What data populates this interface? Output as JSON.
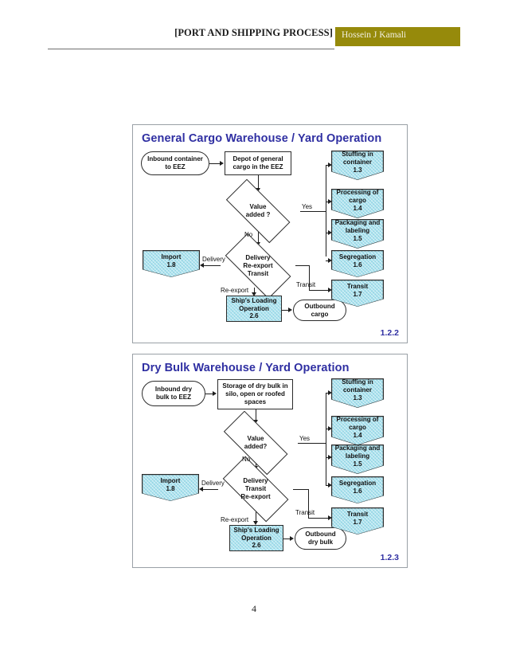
{
  "header": {
    "document_title": "[PORT AND SHIPPING PROCESS]",
    "author": "Hossein J Kamali",
    "band_color": "#968a0b"
  },
  "footer": {
    "page_number": "4"
  },
  "theme": {
    "title_color": "#2f2fa2",
    "node_fill_cyan": "#a9e2ef",
    "node_fill_white": "#ffffff",
    "stroke": "#2b2b2b"
  },
  "figures": [
    {
      "id": "figure-1",
      "title": "General Cargo Warehouse / Yard Operation",
      "reference": "1.2.2",
      "nodes": {
        "inbound": {
          "line1": "Inbound container",
          "line2": "to EEZ"
        },
        "depot": {
          "line1": "Depot of general",
          "line2": "cargo in the EEZ"
        },
        "decision_value": {
          "line1": "Value",
          "line2": "added ?"
        },
        "decision_delivery": {
          "line1": "Delivery",
          "line2": "Re-export",
          "line3": "Transit"
        },
        "import": {
          "line1": "Import",
          "line2": "1.8"
        },
        "ships_loading": {
          "line1": "Ship's Loading",
          "line2": "Operation",
          "line3": "2.6"
        },
        "outbound": {
          "line1": "Outbound",
          "line2": "cargo"
        },
        "stuffing": {
          "line1": "Stuffing in",
          "line2": "container",
          "line3": "1.3"
        },
        "processing": {
          "line1": "Processing of",
          "line2": "cargo",
          "line3": "1.4"
        },
        "packaging": {
          "line1": "Packaging and",
          "line2": "labeling",
          "line3": "1.5"
        },
        "segregation": {
          "line1": "Segregation",
          "line2": "1.6"
        },
        "transit": {
          "line1": "Transit",
          "line2": "1.7"
        }
      },
      "edges": {
        "yes": "Yes",
        "no": "No",
        "delivery": "Delivery",
        "reexport": "Re-export",
        "transit": "Transit"
      }
    },
    {
      "id": "figure-2",
      "title": "Dry Bulk Warehouse / Yard Operation",
      "reference": "1.2.3",
      "nodes": {
        "inbound": {
          "line1": "Inbound dry",
          "line2": "bulk to EEZ"
        },
        "depot": {
          "line1": "Storage of dry bulk in",
          "line2": "silo, open or roofed",
          "line3": "spaces"
        },
        "decision_value": {
          "line1": "Value",
          "line2": "added?"
        },
        "decision_delivery": {
          "line1": "Delivery",
          "line2": "Transit",
          "line3": "Re-export"
        },
        "import": {
          "line1": "Import",
          "line2": "1.8"
        },
        "ships_loading": {
          "line1": "Ship's Loading",
          "line2": "Operation",
          "line3": "2.6"
        },
        "outbound": {
          "line1": "Outbound",
          "line2": "dry bulk"
        },
        "stuffing": {
          "line1": "Stuffing in",
          "line2": "container",
          "line3": "1.3"
        },
        "processing": {
          "line1": "Processing of",
          "line2": "cargo",
          "line3": "1.4"
        },
        "packaging": {
          "line1": "Packaging and",
          "line2": "labeling",
          "line3": "1.5"
        },
        "segregation": {
          "line1": "Segregation",
          "line2": "1.6"
        },
        "transit": {
          "line1": "Transit",
          "line2": "1.7"
        }
      },
      "edges": {
        "yes": "Yes",
        "no": "No",
        "delivery": "Delivery",
        "reexport": "Re-export",
        "transit": "Transit"
      }
    }
  ]
}
